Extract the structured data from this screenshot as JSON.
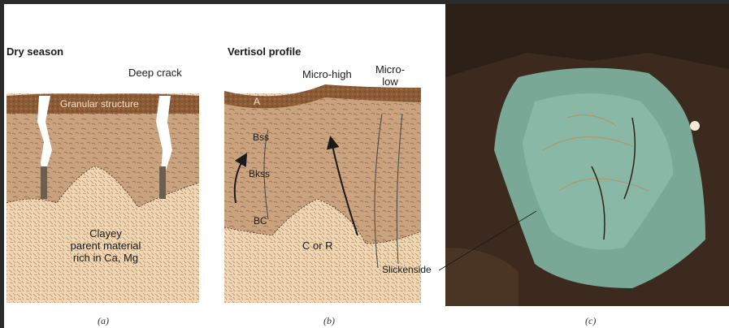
{
  "panel_a": {
    "title": "Dry season",
    "labels": {
      "deep_crack": "Deep crack",
      "granular_structure": "Granular structure",
      "parent_material": [
        "Clayey",
        "parent material",
        "rich in Ca, Mg"
      ]
    },
    "caption": "(a)"
  },
  "panel_b": {
    "title": "Vertisol profile",
    "labels": {
      "micro_high": "Micro-high",
      "micro_low": [
        "Micro-",
        "low"
      ],
      "horizon_a": "A",
      "horizon_bss": "Bss",
      "horizon_bkss": "Bkss",
      "horizon_bc": "BC",
      "horizon_c": "C or R",
      "slickenside": "Slickenside"
    },
    "caption": "(b)"
  },
  "panel_c": {
    "caption": "(c)"
  },
  "colors": {
    "topsoil": "#8a5a35",
    "subsoil": "#c89f7a",
    "parent": "#e9cfae",
    "crack": "#ffffff"
  }
}
